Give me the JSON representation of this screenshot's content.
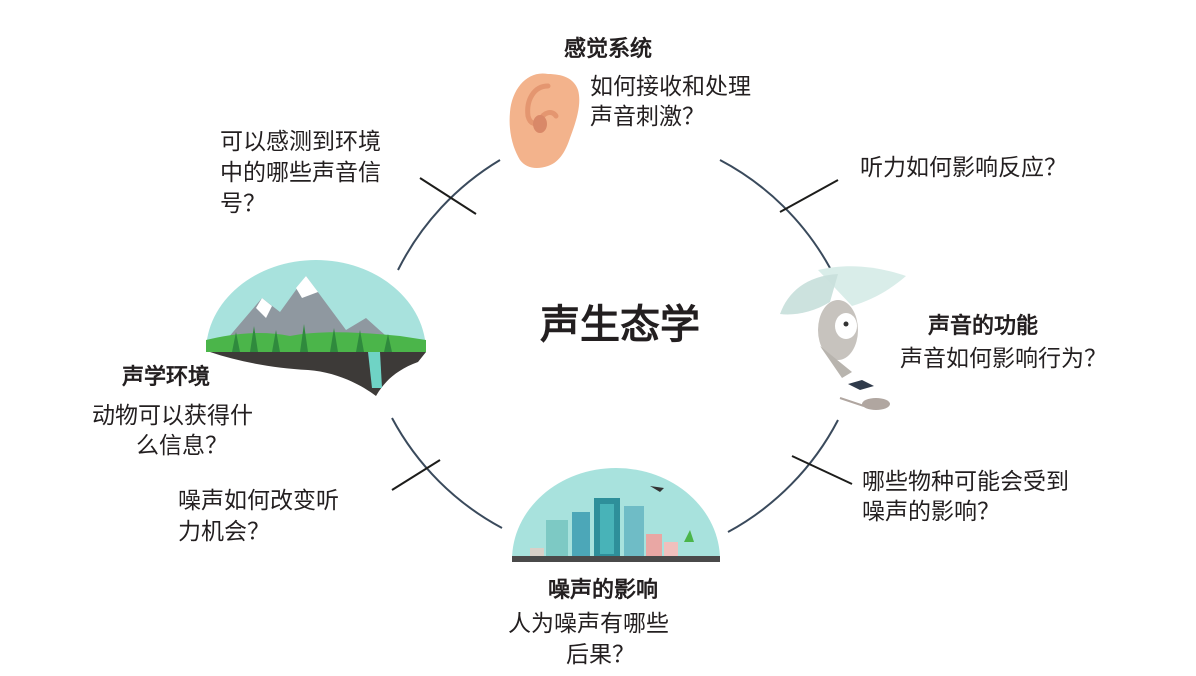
{
  "center_title": "声生态学",
  "nodes": {
    "sensory": {
      "title": "感觉系统",
      "lines": [
        "如何接收和处理",
        "声音刺激？"
      ],
      "icon": "ear-icon"
    },
    "function": {
      "title": "声音的功能",
      "lines": [
        "声音如何影响行为？"
      ],
      "icon": "owl-icon"
    },
    "noise": {
      "title": "噪声的影响",
      "lines": [
        "人为噪声有哪些",
        "后果？"
      ],
      "icon": "city-dome-icon"
    },
    "environment": {
      "title": "声学环境",
      "lines": [
        "动物可以获得什",
        "么信息？"
      ],
      "icon": "mountain-dome-icon"
    }
  },
  "links": {
    "sensory_function": {
      "lines": [
        "听力如何影响反应？"
      ]
    },
    "function_noise": {
      "lines": [
        "哪些物种可能会受到",
        "噪声的影响？"
      ]
    },
    "noise_environment": {
      "lines": [
        "噪声如何改变听",
        "力机会？"
      ]
    },
    "environment_sensory": {
      "lines": [
        "可以感测到环境",
        "中的哪些声音信",
        "号？"
      ]
    }
  },
  "colors": {
    "circle": "#3a4a5c",
    "sky": "#a8e2dd",
    "skin": "#f3b38c",
    "grass": "#4bb54a",
    "rock": "#3d3a38",
    "text": "#231f20"
  }
}
